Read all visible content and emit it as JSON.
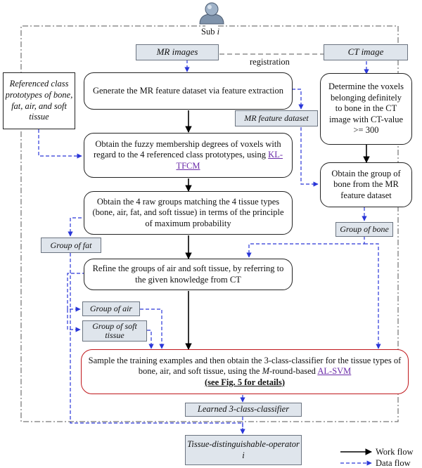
{
  "subject": {
    "prefix": "Sub ",
    "index": "i"
  },
  "inputs": {
    "mr_images": "MR images",
    "ct_image": "CT image",
    "registration": "registration"
  },
  "reference_box": "Referenced class prototypes of bone, fat, air, and soft tissue",
  "mr_feature_dataset": "MR feature dataset",
  "steps": {
    "generate": "Generate the MR feature dataset via feature extraction",
    "fuzzy_pre": "Obtain the fuzzy membership degrees of voxels with regard to the 4 referenced class prototypes, using ",
    "fuzzy_link": "KL-TFCM",
    "raw_groups": "Obtain the 4 raw groups matching the 4 tissue types (bone, air, fat, and soft tissue) in terms of the principle of maximum probability",
    "refine": "Refine the groups of air and soft tissue, by referring to the given knowledge from CT",
    "determine_bone": "Determine the voxels belonging definitely to bone in the CT image with CT-value >= 300",
    "group_bone_from_mr": "Obtain the group of bone from the MR feature dataset",
    "sample_pre": "Sample the training examples and then obtain the 3-class-classifier for the tissue types of  bone, air, and soft tissue, using the ",
    "sample_italic": "M",
    "sample_mid": "-round-based ",
    "sample_link": "AL-SVM",
    "sample_note": "(see Fig. 5 for details)"
  },
  "groups": {
    "fat": "Group of fat",
    "air": "Group of air",
    "soft": "Group of soft tissue",
    "bone": "Group of bone"
  },
  "outputs": {
    "classifier": "Learned 3-class-classifier",
    "operator_pre": "Tissue-distinguishable-operator ",
    "operator_index": "i"
  },
  "legend": {
    "work_flow": "Work flow",
    "data_flow": "Data flow"
  },
  "colors": {
    "data_flow": "#2a36d8",
    "work_flow": "#000000",
    "highlight_border": "#c0181c",
    "input_fill": "#dfe5ec",
    "link": "#6a2aa8"
  }
}
